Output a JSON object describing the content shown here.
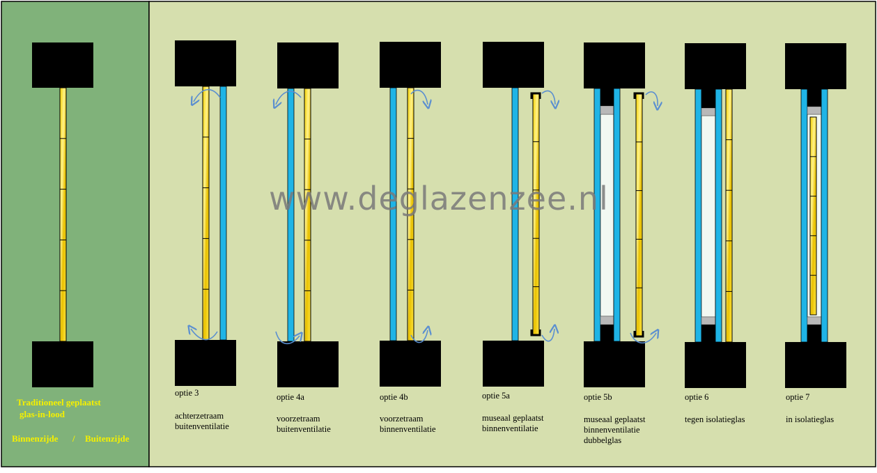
{
  "watermark": "www.deglazenzee.nl",
  "left_panel": {
    "line1": "Traditioneel geplaatst",
    "line2": "glas-in-lood",
    "inside": "Binnenzijde",
    "separator": "/",
    "outside": "Buitenzijde"
  },
  "options": [
    {
      "id": "optie 3",
      "lines": [
        "achterzetraam",
        "buitenventilatie"
      ]
    },
    {
      "id": "optie 4a",
      "lines": [
        "voorzetraam",
        "buitenventilatie"
      ]
    },
    {
      "id": "optie 4b",
      "lines": [
        "voorzetraam",
        "binnenventilatie"
      ]
    },
    {
      "id": "optie 5a",
      "lines": [
        "museaal geplaatst",
        "binnenventilatie"
      ]
    },
    {
      "id": "optie 5b",
      "lines": [
        "museaal geplaatst",
        "binnenventilatie",
        "dubbelglas"
      ]
    },
    {
      "id": "optie 6",
      "lines": [
        "tegen isolatieglas"
      ]
    },
    {
      "id": "optie 7",
      "lines": [
        "in isolatieglas"
      ]
    }
  ],
  "colors": {
    "left_panel": "#80b27a",
    "main_panel": "#d6dfae",
    "frame": "#000000",
    "leaded_glass": "#f4d000",
    "glass_pane": "#1fb4e6",
    "insulating_gap": "#f2f8f2",
    "spacer": "#b8b8b8",
    "arrow": "#5b8fd0",
    "label_yellow": "#f5f000"
  }
}
